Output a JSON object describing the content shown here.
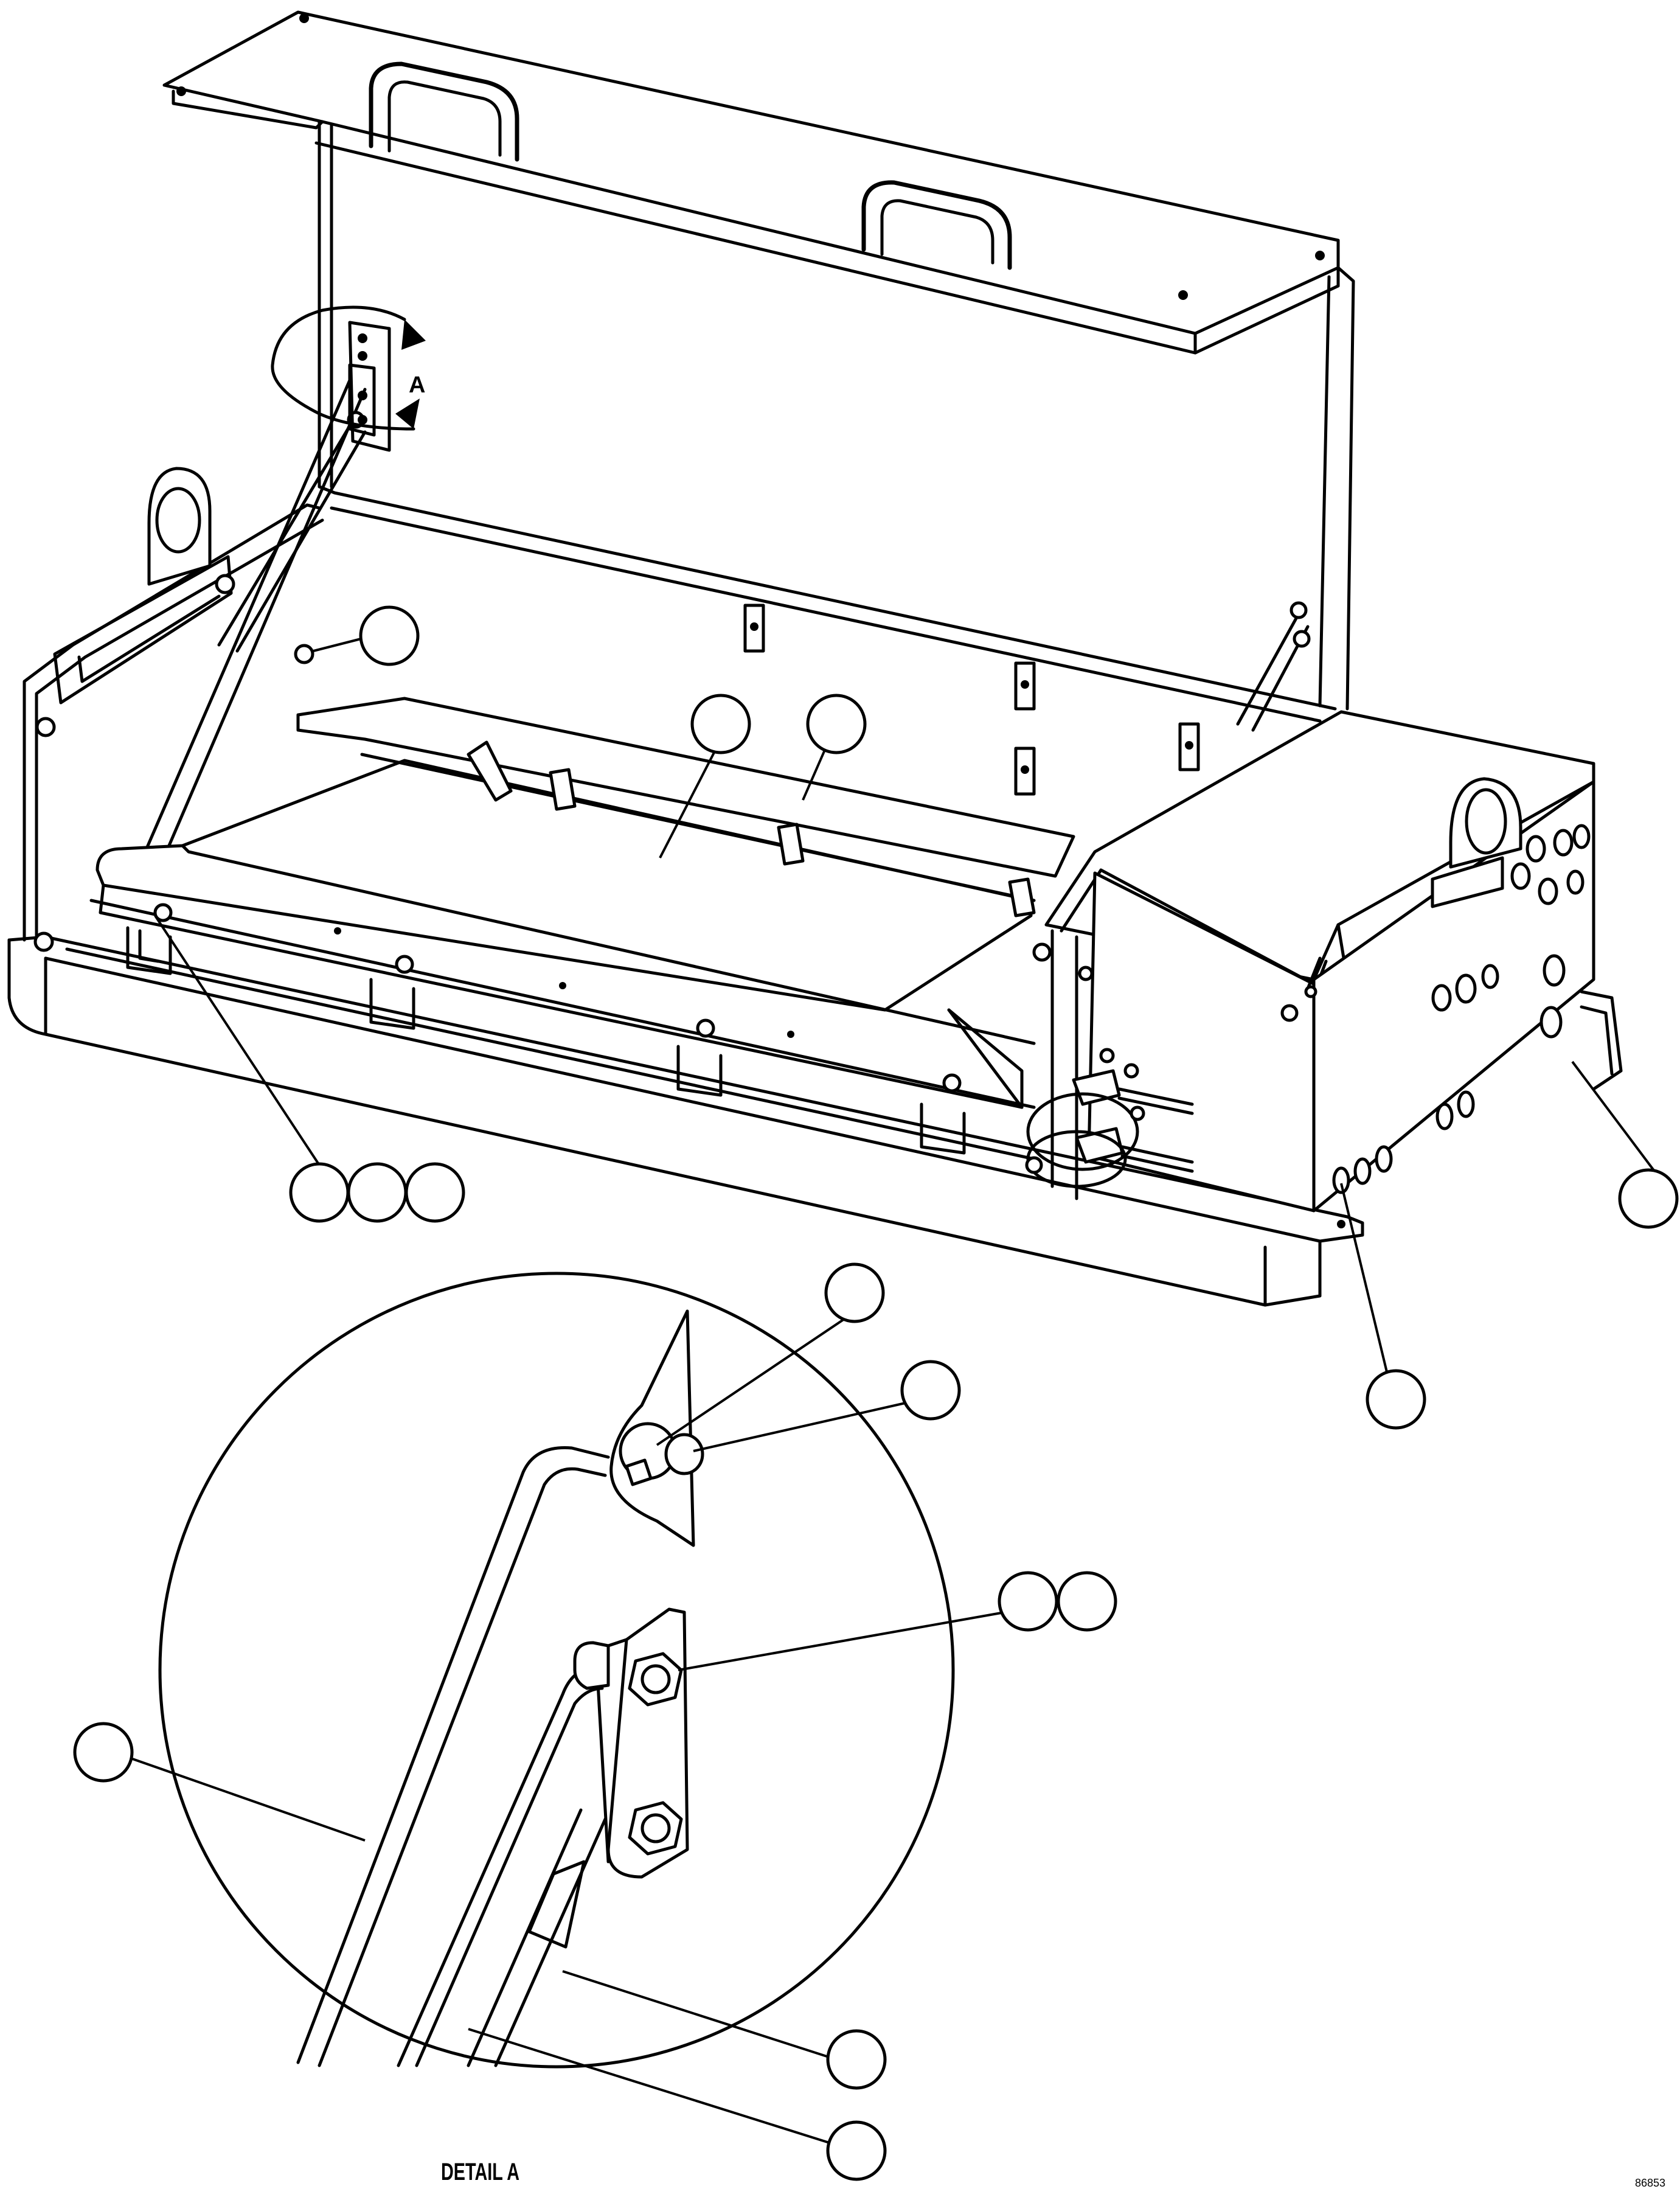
{
  "drawing": {
    "detail_marker_label": "A",
    "detail_caption": "DETAIL A",
    "drawing_id": "86853",
    "line_color": "#000000",
    "background_color": "#ffffff"
  },
  "balloons": [
    {
      "id": "b1",
      "label": ""
    },
    {
      "id": "b2",
      "label": ""
    },
    {
      "id": "b3",
      "label": ""
    },
    {
      "id": "b4",
      "label": ""
    },
    {
      "id": "b5",
      "label": ""
    },
    {
      "id": "b6",
      "label": ""
    },
    {
      "id": "b7",
      "label": ""
    },
    {
      "id": "b8",
      "label": ""
    },
    {
      "id": "b9",
      "label": ""
    },
    {
      "id": "b10",
      "label": ""
    },
    {
      "id": "b11",
      "label": ""
    },
    {
      "id": "b12",
      "label": ""
    },
    {
      "id": "b13",
      "label": ""
    },
    {
      "id": "b14",
      "label": ""
    },
    {
      "id": "b15",
      "label": ""
    },
    {
      "id": "b16",
      "label": ""
    },
    {
      "id": "b17",
      "label": ""
    }
  ]
}
